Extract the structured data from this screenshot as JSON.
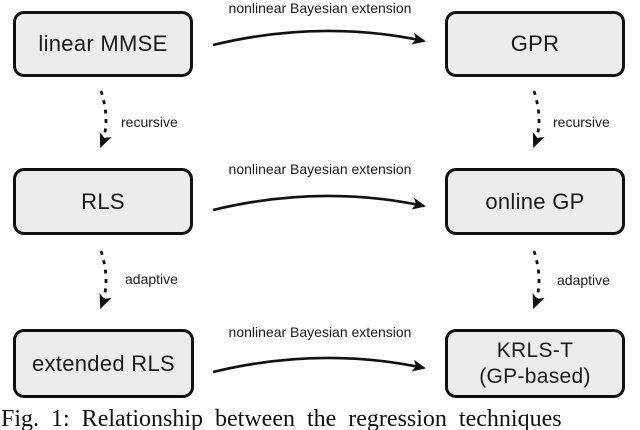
{
  "nodes": {
    "linear_mmse": "linear MMSE",
    "gpr": "GPR",
    "rls": "RLS",
    "online_gp": "online GP",
    "extended_rls": "extended RLS",
    "krls_t_line1": "KRLS-T",
    "krls_t_line2": "(GP-based)"
  },
  "edges": {
    "nonlinear_label": "nonlinear Bayesian extension",
    "recursive_label": "recursive",
    "adaptive_label": "adaptive"
  },
  "caption": "Fig. 1: Relationship between the regression techniques",
  "colors": {
    "node_fill": "#ececec",
    "node_border": "#111111",
    "arrow": "#111111",
    "background": "#ffffff"
  }
}
